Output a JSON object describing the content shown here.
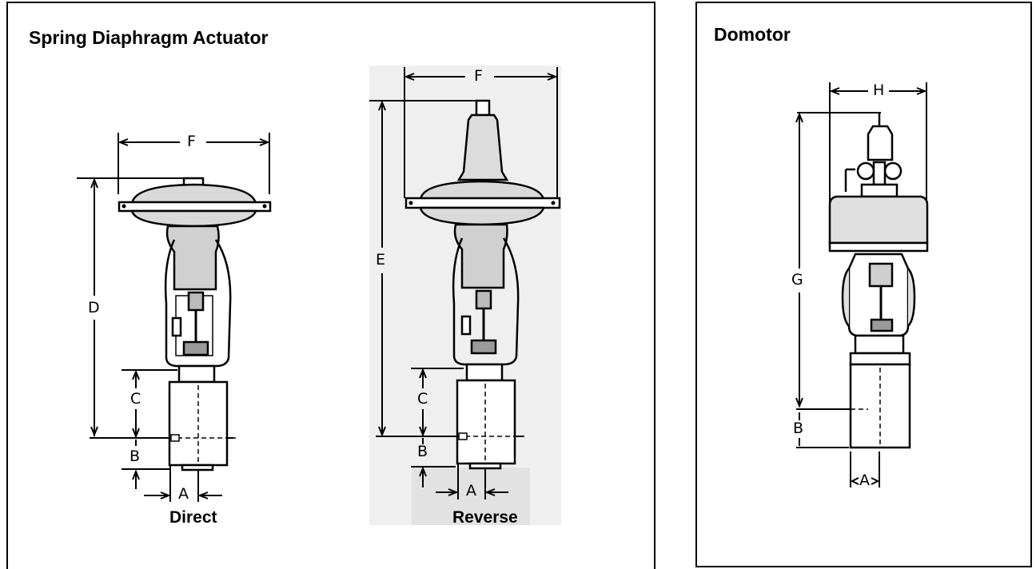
{
  "left_panel": {
    "title": "Spring Diaphragm Actuator",
    "direct": {
      "caption": "Direct",
      "labels": {
        "F": "F",
        "D": "D",
        "C": "C",
        "B": "B",
        "A": "A"
      }
    },
    "reverse": {
      "caption": "Reverse",
      "labels": {
        "F": "F",
        "E": "E",
        "C": "C",
        "B": "B",
        "A": "A"
      }
    }
  },
  "right_panel": {
    "title": "Domotor",
    "labels": {
      "H": "H",
      "G": "G",
      "B": "B",
      "A": "A"
    }
  }
}
